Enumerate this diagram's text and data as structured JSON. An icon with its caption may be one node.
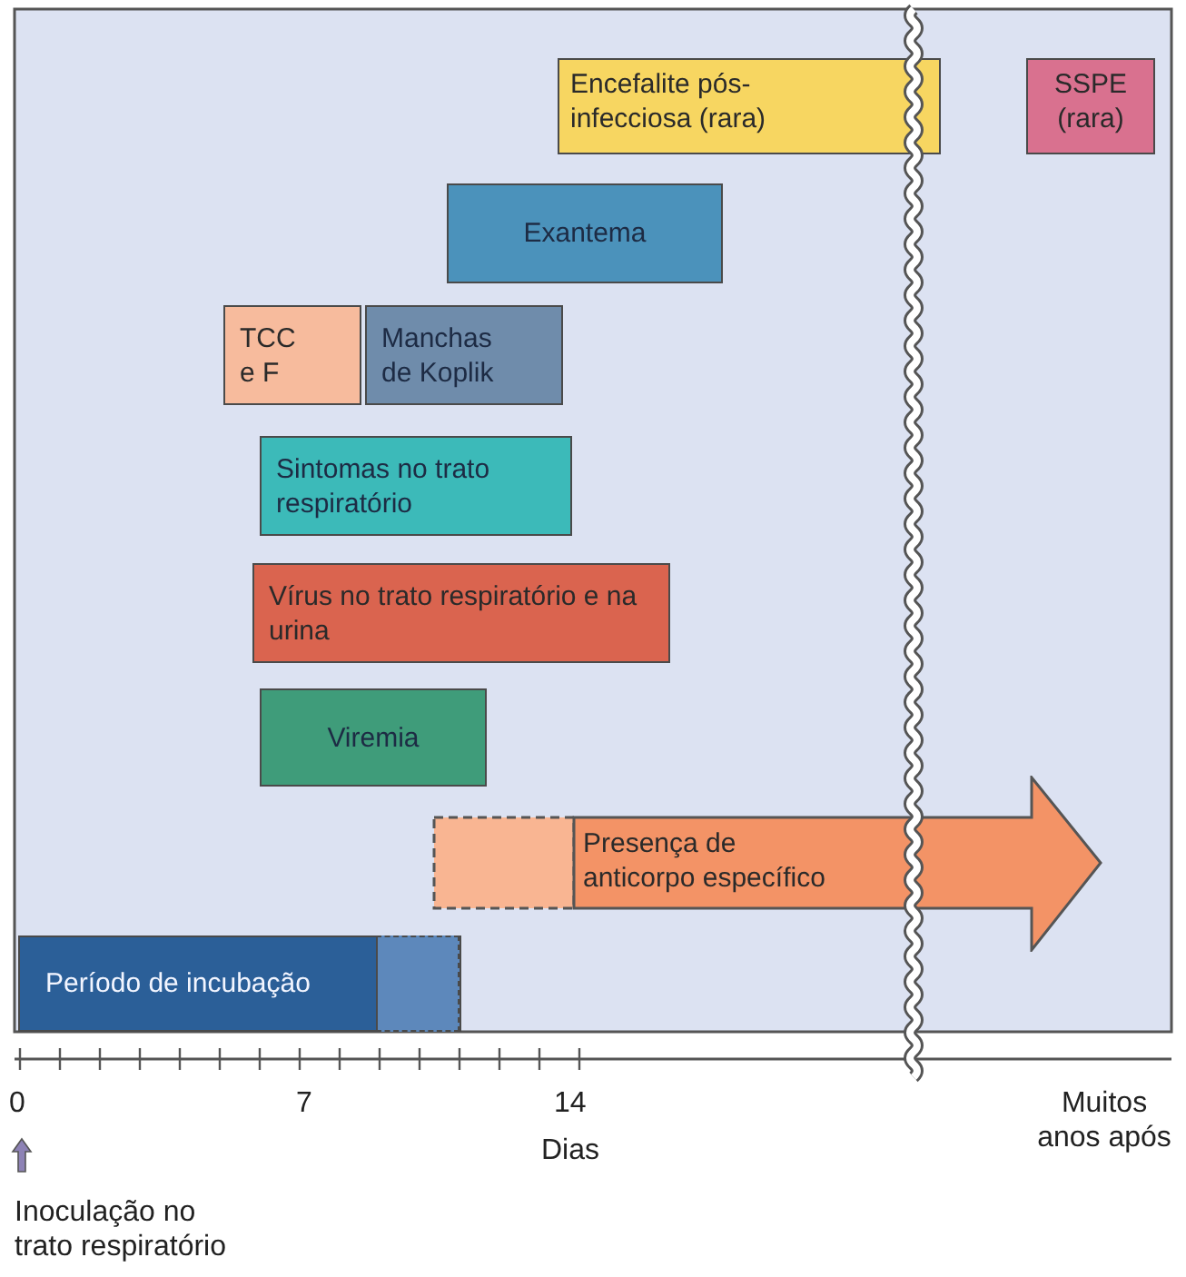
{
  "diagram": {
    "nodes": [
      {
        "text": [
          "Encefalite pós-infecciosa (rara)"
        ]
      },
      {
        "text": [
          "SSPE (rara)"
        ]
      },
      {
        "text": [
          "Exantema"
        ]
      },
      {
        "text": [
          "TCC e F"
        ]
      },
      {
        "text": [
          "Manchas de Koplik"
        ]
      },
      {
        "text": [
          "Sintomas no trato respiratório"
        ]
      },
      {
        "text": [
          "Vírus no trato respiratório e na urina"
        ]
      },
      {
        "text": [
          "Viremia"
        ]
      },
      {
        "text": [
          "Presença de anticorpo específico"
        ]
      },
      {
        "text": [
          "Período de incubação"
        ]
      }
    ],
    "edges": [],
    "labels": [
      "0",
      "7",
      "14",
      "Dias",
      "Muitos anos após",
      "Inoculação no trato respiratório"
    ]
  }
}
